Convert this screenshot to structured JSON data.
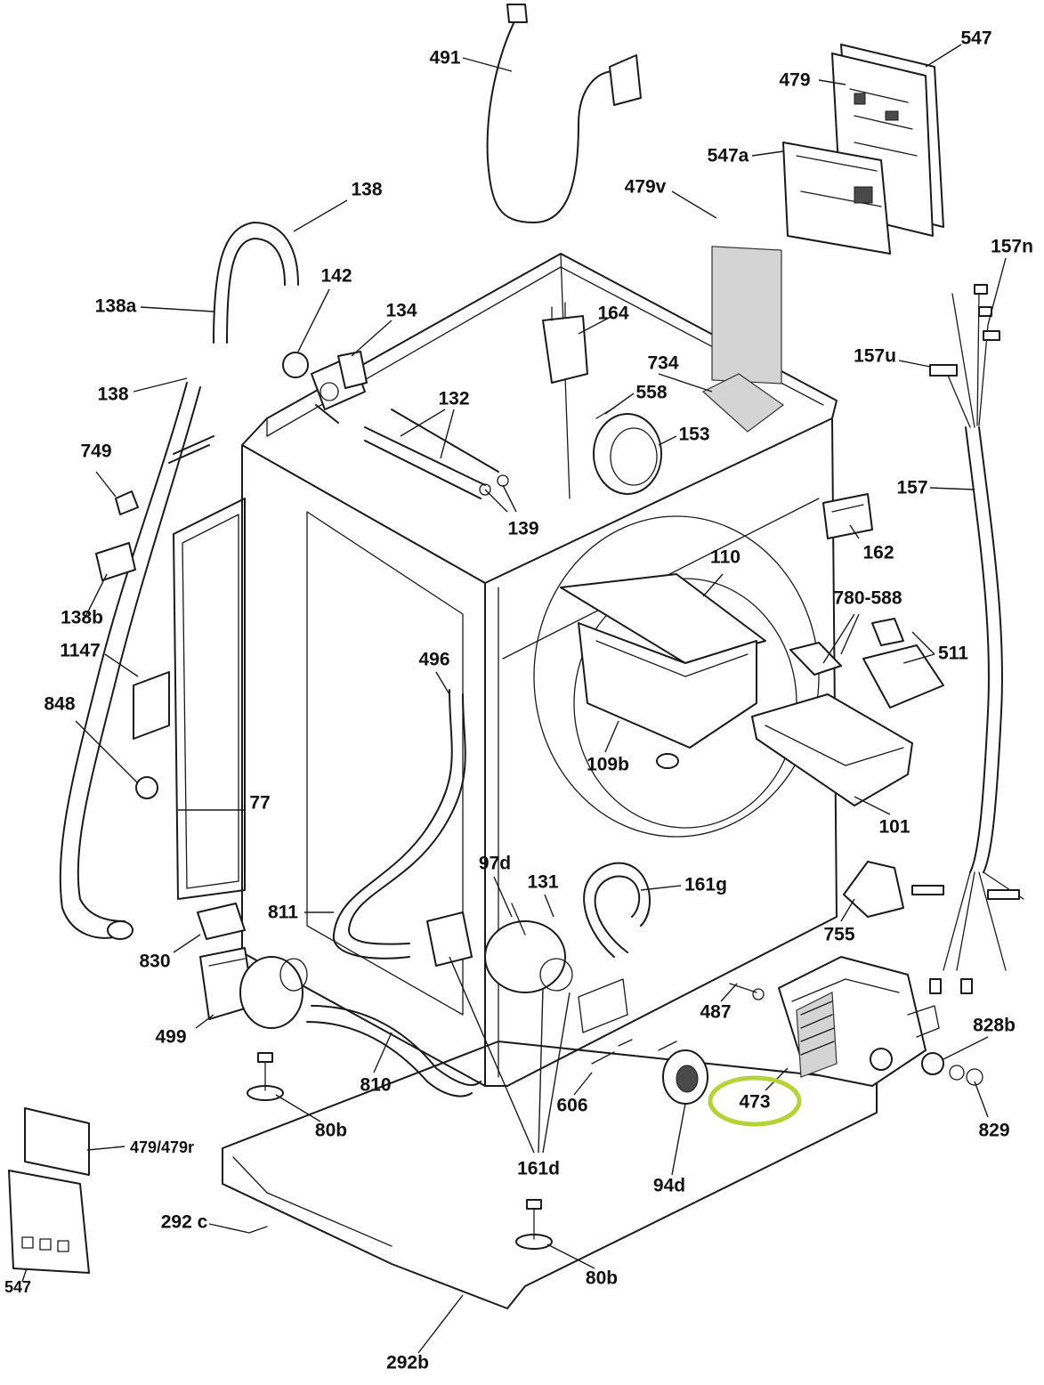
{
  "diagram": {
    "highlight_color": "#b5d334",
    "highlighted_part": "473",
    "parts": [
      {
        "id": "p491",
        "label": "491"
      },
      {
        "id": "p547",
        "label": "547"
      },
      {
        "id": "p479",
        "label": "479"
      },
      {
        "id": "p547a",
        "label": "547a"
      },
      {
        "id": "p479v",
        "label": "479v"
      },
      {
        "id": "p138top",
        "label": "138"
      },
      {
        "id": "p157n",
        "label": "157n"
      },
      {
        "id": "p142",
        "label": "142"
      },
      {
        "id": "p138a",
        "label": "138a"
      },
      {
        "id": "p134",
        "label": "134"
      },
      {
        "id": "p164",
        "label": "164"
      },
      {
        "id": "p157u",
        "label": "157u"
      },
      {
        "id": "p734",
        "label": "734"
      },
      {
        "id": "p138left",
        "label": "138"
      },
      {
        "id": "p132",
        "label": "132"
      },
      {
        "id": "p558",
        "label": "558"
      },
      {
        "id": "p153",
        "label": "153"
      },
      {
        "id": "p749",
        "label": "749"
      },
      {
        "id": "p157",
        "label": "157"
      },
      {
        "id": "p139",
        "label": "139"
      },
      {
        "id": "p162",
        "label": "162"
      },
      {
        "id": "p110",
        "label": "110"
      },
      {
        "id": "p780",
        "label": "780-588"
      },
      {
        "id": "p138b",
        "label": "138b"
      },
      {
        "id": "p1147",
        "label": "1147"
      },
      {
        "id": "p511",
        "label": "511"
      },
      {
        "id": "p496",
        "label": "496"
      },
      {
        "id": "p848",
        "label": "848"
      },
      {
        "id": "p109b",
        "label": "109b"
      },
      {
        "id": "p77",
        "label": "77"
      },
      {
        "id": "p101",
        "label": "101"
      },
      {
        "id": "p97d",
        "label": "97d"
      },
      {
        "id": "p131",
        "label": "131"
      },
      {
        "id": "p161g",
        "label": "161g"
      },
      {
        "id": "p811",
        "label": "811"
      },
      {
        "id": "p755",
        "label": "755"
      },
      {
        "id": "p830",
        "label": "830"
      },
      {
        "id": "p487",
        "label": "487"
      },
      {
        "id": "p828b",
        "label": "828b"
      },
      {
        "id": "p499",
        "label": "499"
      },
      {
        "id": "p810",
        "label": "810"
      },
      {
        "id": "p606",
        "label": "606"
      },
      {
        "id": "p473",
        "label": "473"
      },
      {
        "id": "p80b1",
        "label": "80b"
      },
      {
        "id": "p829",
        "label": "829"
      },
      {
        "id": "p479r",
        "label": "479/479r"
      },
      {
        "id": "p161d",
        "label": "161d"
      },
      {
        "id": "p94d",
        "label": "94d"
      },
      {
        "id": "p292c",
        "label": "292 c"
      },
      {
        "id": "p80b2",
        "label": "80b"
      },
      {
        "id": "p547b",
        "label": "547"
      },
      {
        "id": "p292b",
        "label": "292b"
      }
    ]
  }
}
